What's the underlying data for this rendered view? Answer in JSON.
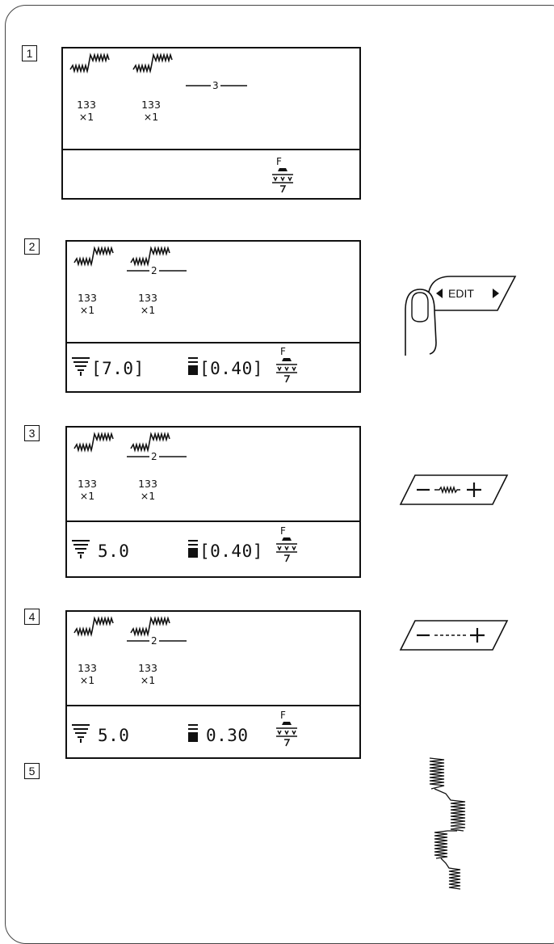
{
  "steps": [
    "1",
    "2",
    "3",
    "4",
    "5"
  ],
  "patterns": {
    "number": "133",
    "count": "×1"
  },
  "screens": [
    {
      "cursor_label": "3",
      "foot_letter": "F",
      "width_text": "",
      "length_text": ""
    },
    {
      "cursor_label": "2",
      "foot_letter": "F",
      "width_text": "[7.0]",
      "length_text": "[0.40]"
    },
    {
      "cursor_label": "2",
      "foot_letter": "F",
      "width_text": "5.0",
      "length_text": "[0.40]"
    },
    {
      "cursor_label": "2",
      "foot_letter": "F",
      "width_text": "5.0",
      "length_text": "0.30"
    }
  ],
  "keys": {
    "edit": {
      "label": "EDIT",
      "icon": "finger-press-icon"
    },
    "stitch_width": {
      "minus": "−",
      "plus": "+",
      "icon": "zigzag-width-key-icon"
    },
    "stitch_length": {
      "minus": "−",
      "plus": "+",
      "icon": "dashed-length-key-icon"
    }
  },
  "result_icon": "zigzag-stitch-sample-icon"
}
